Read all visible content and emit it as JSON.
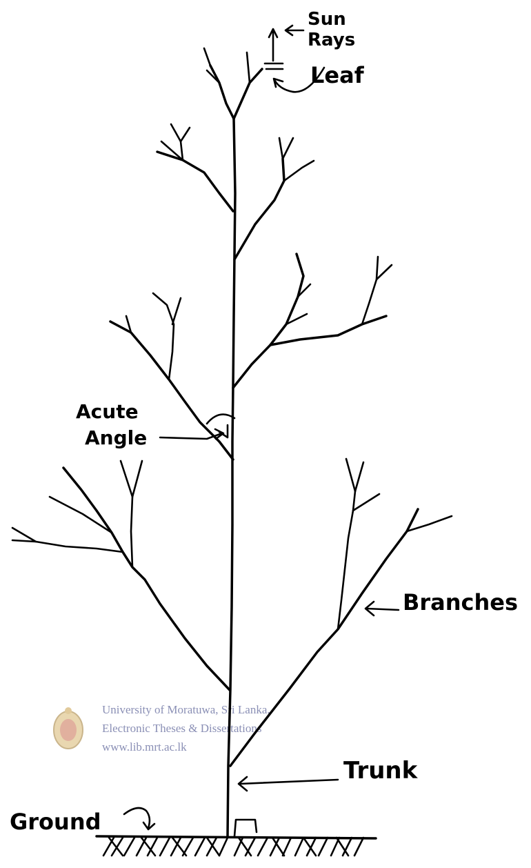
{
  "labels": {
    "sun_rays_line1": "Sun",
    "sun_rays_line2": "Rays",
    "leaf": "Leaf",
    "acute_angle_line1": "Acute",
    "acute_angle_line2": "Angle",
    "branches": "Branches",
    "trunk": "Trunk",
    "ground": "Ground"
  },
  "watermark": {
    "line1": "University of Moratuwa, Sri Lanka.",
    "line2": "Electronic Theses & Dissertations",
    "line3": "www.lib.mrt.ac.lk"
  },
  "colors": {
    "ink": "#000000",
    "watermark_text": "#8a8fb5",
    "seal": "#c9a04a"
  }
}
